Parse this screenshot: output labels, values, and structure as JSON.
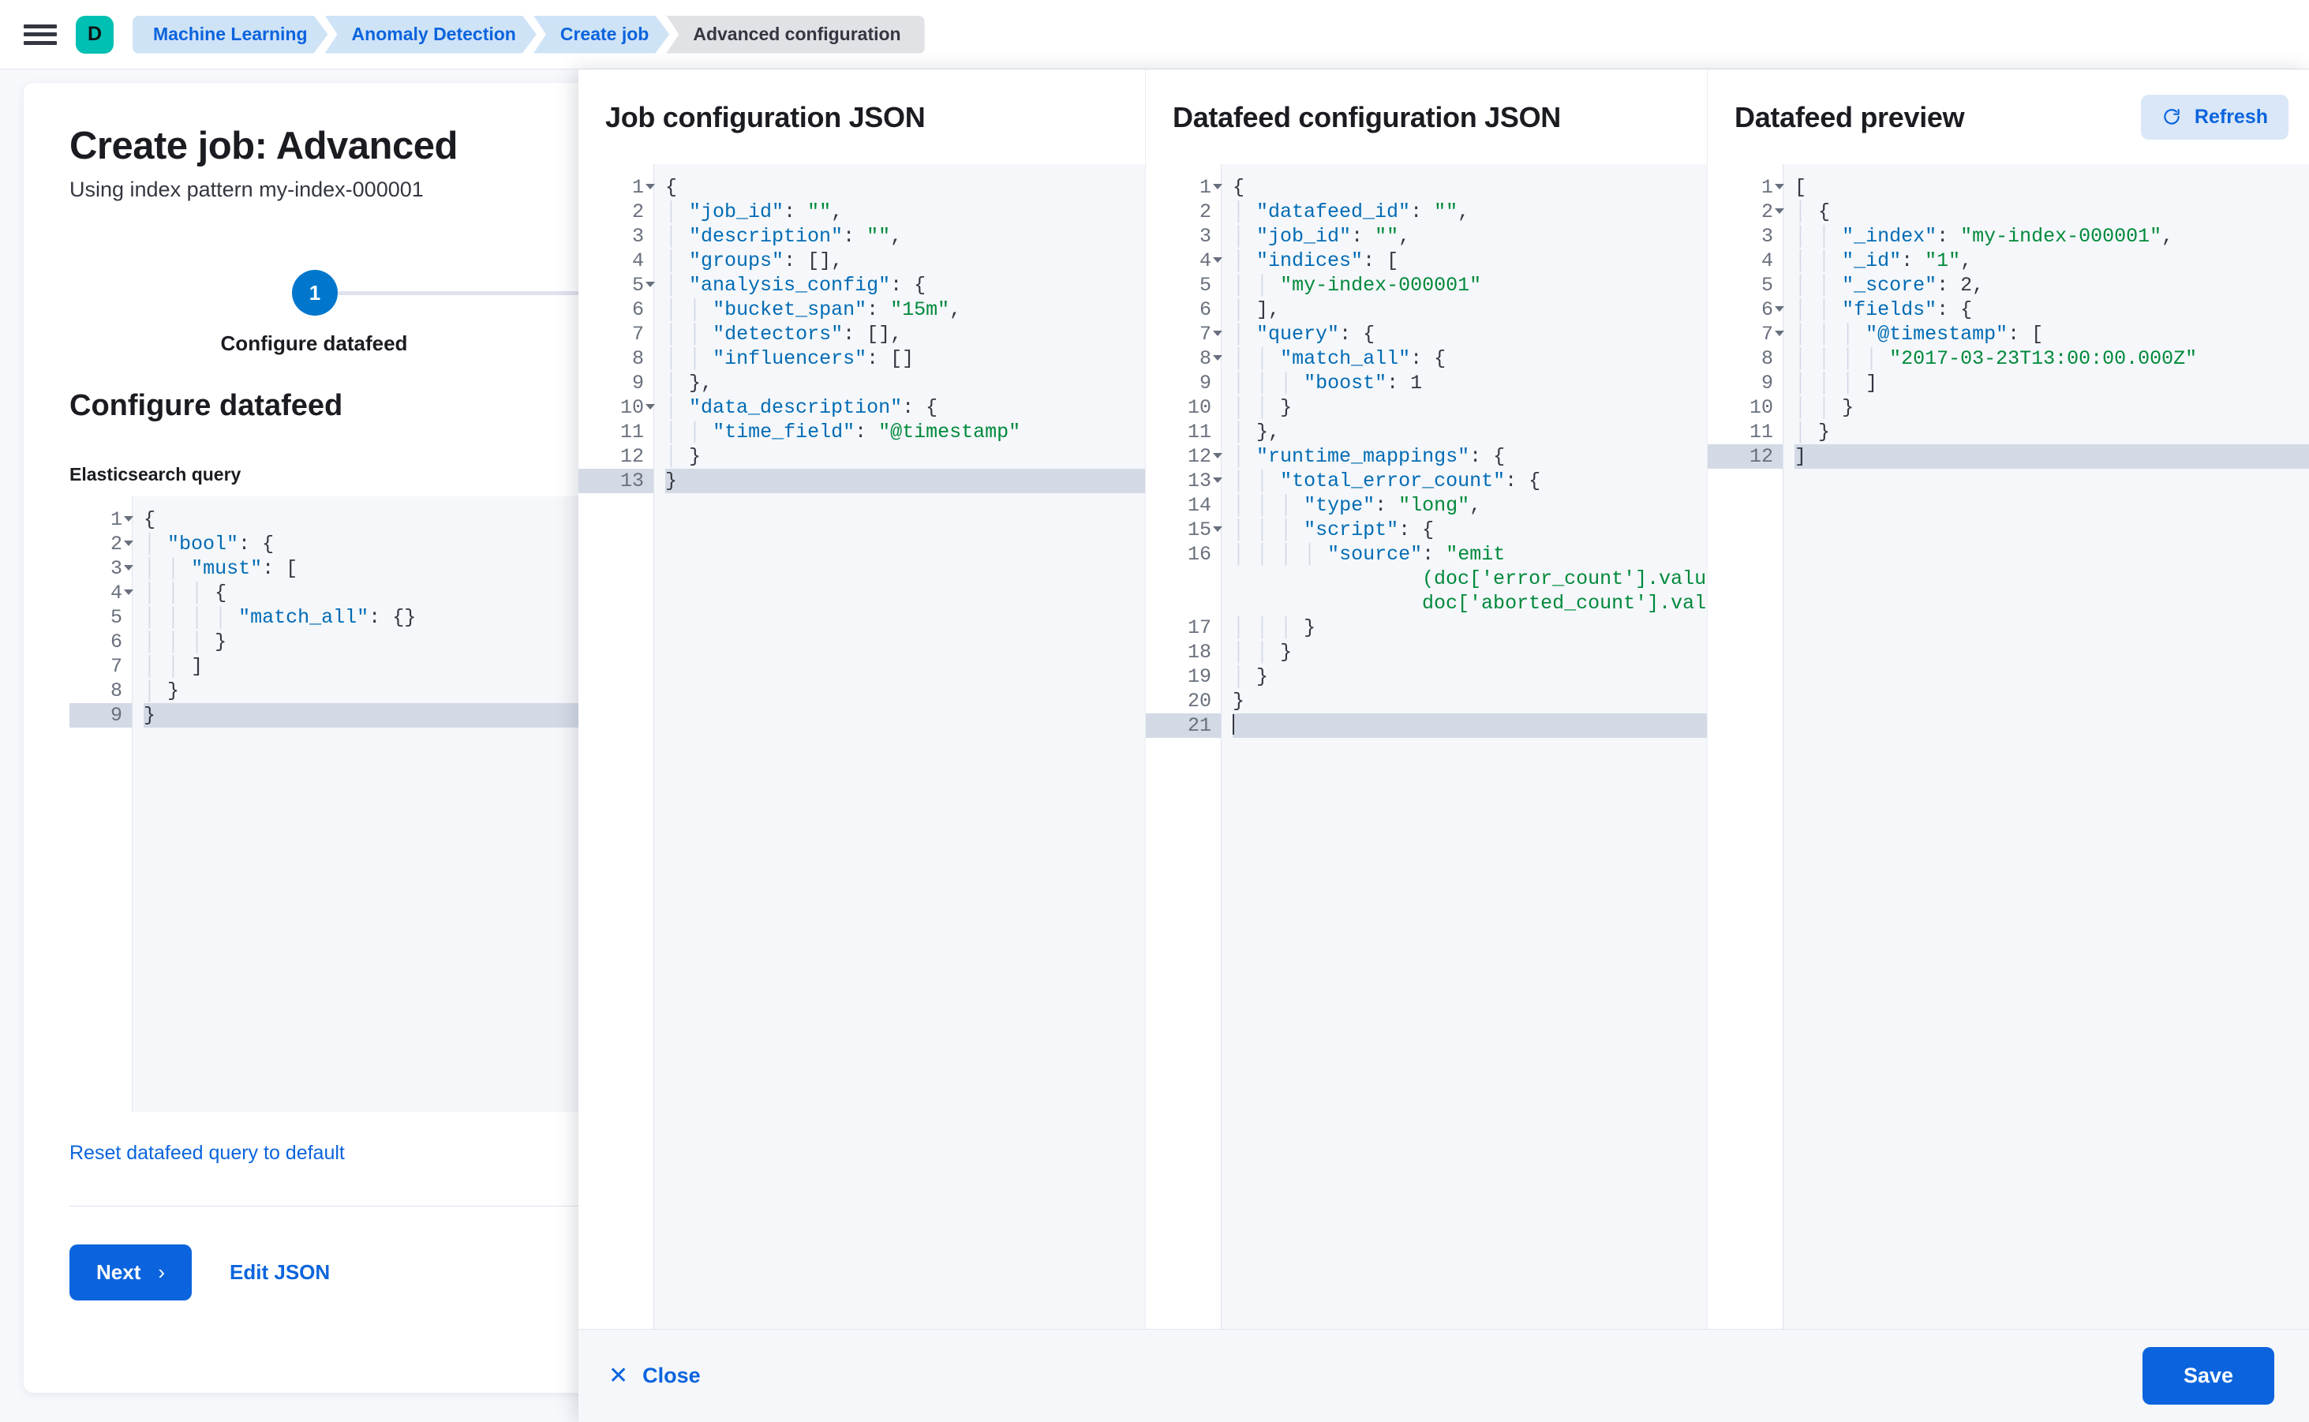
{
  "chrome": {
    "menu_icon": "hamburger-icon",
    "space_avatar": "D",
    "breadcrumbs": [
      {
        "label": "Machine Learning",
        "current": false
      },
      {
        "label": "Anomaly Detection",
        "current": false
      },
      {
        "label": "Create job",
        "current": false
      },
      {
        "label": "Advanced configuration",
        "current": true
      }
    ]
  },
  "page": {
    "title": "Create job: Advanced",
    "subtitle": "Using index pattern my-index-000001",
    "step": {
      "number": "1",
      "label": "Configure datafeed"
    },
    "section_title": "Configure datafeed",
    "query_label": "Elasticsearch query",
    "reset_link": "Reset datafeed query to default",
    "next_label": "Next",
    "next_chevron": "›",
    "edit_json_label": "Edit JSON"
  },
  "elasticsearch_query": {
    "current_line": 9,
    "lines": [
      {
        "n": "1",
        "fold": true,
        "text": "{"
      },
      {
        "n": "2",
        "fold": true,
        "text": "  \"bool\": {"
      },
      {
        "n": "3",
        "fold": true,
        "text": "    \"must\": ["
      },
      {
        "n": "4",
        "fold": true,
        "text": "      {"
      },
      {
        "n": "5",
        "fold": false,
        "text": "        \"match_all\": {}"
      },
      {
        "n": "6",
        "fold": false,
        "text": "      }"
      },
      {
        "n": "7",
        "fold": false,
        "text": "    ]"
      },
      {
        "n": "8",
        "fold": false,
        "text": "  }"
      },
      {
        "n": "9",
        "fold": false,
        "text": "}"
      }
    ]
  },
  "flyout": {
    "columns": {
      "job": {
        "title": "Job configuration JSON"
      },
      "datafeed": {
        "title": "Datafeed configuration JSON"
      },
      "preview": {
        "title": "Datafeed preview",
        "refresh_label": "Refresh",
        "refresh_icon": "refresh-icon"
      }
    },
    "footer": {
      "close_label": "Close",
      "close_icon": "close-icon",
      "save_label": "Save"
    }
  },
  "job_config_json": {
    "current_line": 13,
    "lines": [
      {
        "n": "1",
        "fold": true,
        "text": "{"
      },
      {
        "n": "2",
        "fold": false,
        "text": "  \"job_id\": \"\","
      },
      {
        "n": "3",
        "fold": false,
        "text": "  \"description\": \"\","
      },
      {
        "n": "4",
        "fold": false,
        "text": "  \"groups\": [],"
      },
      {
        "n": "5",
        "fold": true,
        "text": "  \"analysis_config\": {"
      },
      {
        "n": "6",
        "fold": false,
        "text": "    \"bucket_span\": \"15m\","
      },
      {
        "n": "7",
        "fold": false,
        "text": "    \"detectors\": [],"
      },
      {
        "n": "8",
        "fold": false,
        "text": "    \"influencers\": []"
      },
      {
        "n": "9",
        "fold": false,
        "text": "  },"
      },
      {
        "n": "10",
        "fold": true,
        "text": "  \"data_description\": {"
      },
      {
        "n": "11",
        "fold": false,
        "text": "    \"time_field\": \"@timestamp\""
      },
      {
        "n": "12",
        "fold": false,
        "text": "  }"
      },
      {
        "n": "13",
        "fold": false,
        "text": "}"
      }
    ]
  },
  "datafeed_config_json": {
    "current_line": 21,
    "lines": [
      {
        "n": "1",
        "fold": true,
        "text": "{"
      },
      {
        "n": "2",
        "fold": false,
        "text": "  \"datafeed_id\": \"\","
      },
      {
        "n": "3",
        "fold": false,
        "text": "  \"job_id\": \"\","
      },
      {
        "n": "4",
        "fold": true,
        "text": "  \"indices\": ["
      },
      {
        "n": "5",
        "fold": false,
        "text": "    \"my-index-000001\""
      },
      {
        "n": "6",
        "fold": false,
        "text": "  ],"
      },
      {
        "n": "7",
        "fold": true,
        "text": "  \"query\": {"
      },
      {
        "n": "8",
        "fold": true,
        "text": "    \"match_all\": {"
      },
      {
        "n": "9",
        "fold": false,
        "text": "      \"boost\": 1"
      },
      {
        "n": "10",
        "fold": false,
        "text": "    }"
      },
      {
        "n": "11",
        "fold": false,
        "text": "  },"
      },
      {
        "n": "12",
        "fold": true,
        "text": "  \"runtime_mappings\": {"
      },
      {
        "n": "13",
        "fold": true,
        "text": "    \"total_error_count\": {"
      },
      {
        "n": "14",
        "fold": false,
        "text": "      \"type\": \"long\","
      },
      {
        "n": "15",
        "fold": true,
        "text": "      \"script\": {"
      },
      {
        "n": "16",
        "fold": false,
        "text": "        \"source\": \"emit(doc['error_count'].value + doc['aborted_count'].value)\"",
        "wrap": 3
      },
      {
        "n": "17",
        "fold": false,
        "text": "      }"
      },
      {
        "n": "18",
        "fold": false,
        "text": "    }"
      },
      {
        "n": "19",
        "fold": false,
        "text": "  }"
      },
      {
        "n": "20",
        "fold": false,
        "text": "}"
      },
      {
        "n": "21",
        "fold": false,
        "text": ""
      }
    ]
  },
  "datafeed_preview_json": {
    "current_line": 12,
    "lines": [
      {
        "n": "1",
        "fold": true,
        "text": "["
      },
      {
        "n": "2",
        "fold": true,
        "text": "  {"
      },
      {
        "n": "3",
        "fold": false,
        "text": "    \"_index\": \"my-index-000001\","
      },
      {
        "n": "4",
        "fold": false,
        "text": "    \"_id\": \"1\","
      },
      {
        "n": "5",
        "fold": false,
        "text": "    \"_score\": 2,"
      },
      {
        "n": "6",
        "fold": true,
        "text": "    \"fields\": {"
      },
      {
        "n": "7",
        "fold": true,
        "text": "      \"@timestamp\": ["
      },
      {
        "n": "8",
        "fold": false,
        "text": "        \"2017-03-23T13:00:00.000Z\""
      },
      {
        "n": "9",
        "fold": false,
        "text": "      ]"
      },
      {
        "n": "10",
        "fold": false,
        "text": "    }"
      },
      {
        "n": "11",
        "fold": false,
        "text": "  }"
      },
      {
        "n": "12",
        "fold": false,
        "text": "]"
      }
    ]
  },
  "colors": {
    "accent_blue": "#0b64dd",
    "brand_teal": "#00bfb3",
    "step_blue": "#0077cc",
    "json_key": "#006bb4",
    "json_string": "#00893b",
    "editor_bg": "#f5f7fa"
  }
}
